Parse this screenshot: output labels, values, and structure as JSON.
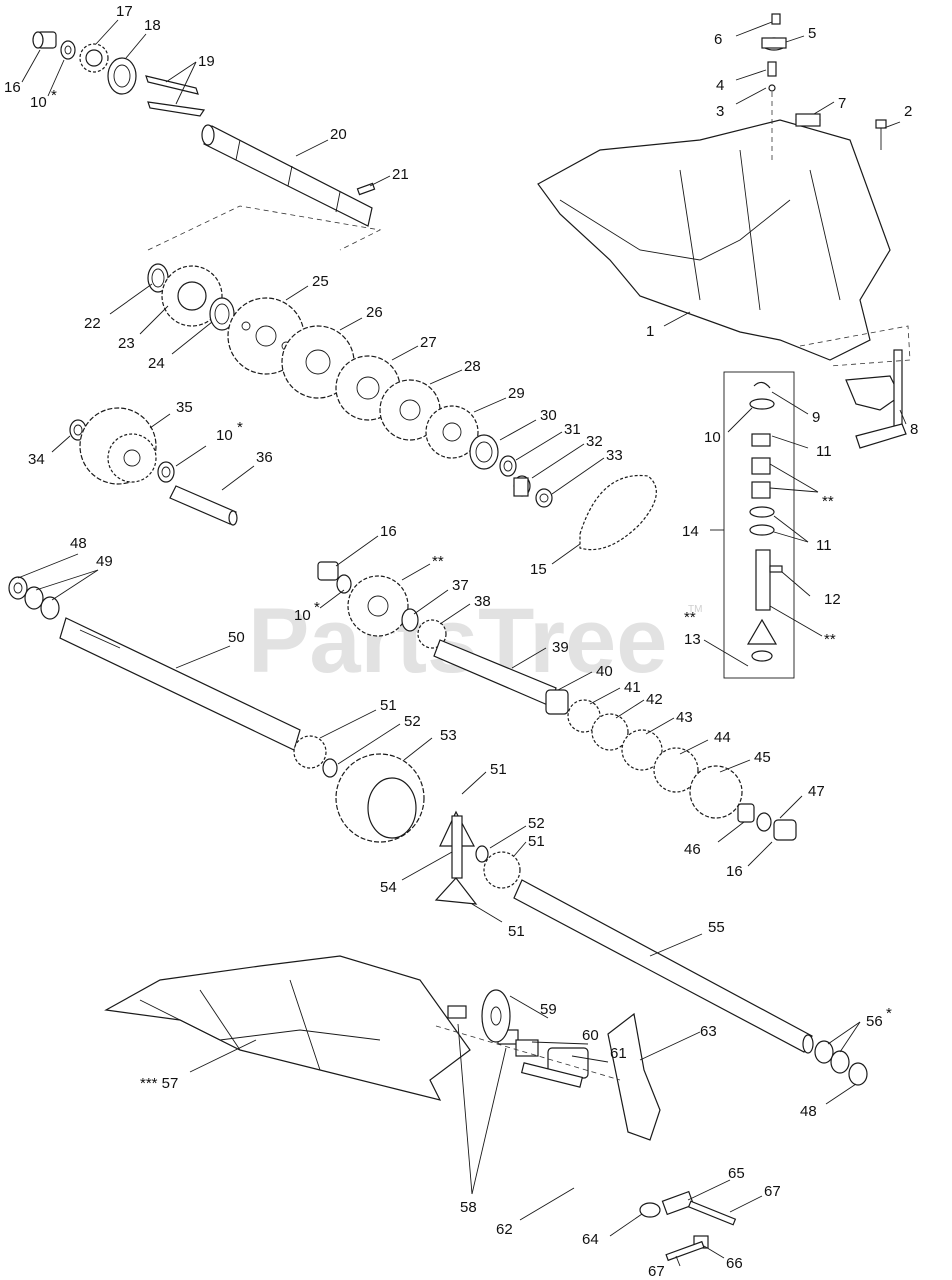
{
  "watermark": {
    "text": "PartsTree",
    "trademark": "TM"
  },
  "labels": [
    {
      "id": "l16a",
      "text": "16"
    },
    {
      "id": "l10a",
      "text": "10"
    },
    {
      "id": "l17",
      "text": "17"
    },
    {
      "id": "l18",
      "text": "18"
    },
    {
      "id": "l19",
      "text": "19"
    },
    {
      "id": "l20",
      "text": "20"
    },
    {
      "id": "l21",
      "text": "21"
    },
    {
      "id": "l22",
      "text": "22"
    },
    {
      "id": "l23",
      "text": "23"
    },
    {
      "id": "l24",
      "text": "24"
    },
    {
      "id": "l25",
      "text": "25"
    },
    {
      "id": "l26",
      "text": "26"
    },
    {
      "id": "l27",
      "text": "27"
    },
    {
      "id": "l28",
      "text": "28"
    },
    {
      "id": "l29",
      "text": "29"
    },
    {
      "id": "l30",
      "text": "30"
    },
    {
      "id": "l31",
      "text": "31"
    },
    {
      "id": "l32",
      "text": "32"
    },
    {
      "id": "l33",
      "text": "33"
    },
    {
      "id": "l34",
      "text": "34"
    },
    {
      "id": "l35",
      "text": "35"
    },
    {
      "id": "l10b",
      "text": "10"
    },
    {
      "id": "l36",
      "text": "36"
    },
    {
      "id": "l15",
      "text": "15"
    },
    {
      "id": "l1",
      "text": "1"
    },
    {
      "id": "l2",
      "text": "2"
    },
    {
      "id": "l3",
      "text": "3"
    },
    {
      "id": "l4",
      "text": "4"
    },
    {
      "id": "l5",
      "text": "5"
    },
    {
      "id": "l6",
      "text": "6"
    },
    {
      "id": "l7",
      "text": "7"
    },
    {
      "id": "l8",
      "text": "8"
    },
    {
      "id": "l9",
      "text": "9"
    },
    {
      "id": "l10c",
      "text": "10"
    },
    {
      "id": "l11a",
      "text": "11"
    },
    {
      "id": "lss1",
      "text": "**"
    },
    {
      "id": "l11b",
      "text": "11"
    },
    {
      "id": "l14",
      "text": "14"
    },
    {
      "id": "l12",
      "text": "12"
    },
    {
      "id": "lss2",
      "text": "**"
    },
    {
      "id": "l13",
      "text": "13"
    },
    {
      "id": "lss3",
      "text": "**"
    },
    {
      "id": "l48a",
      "text": "48"
    },
    {
      "id": "l49",
      "text": "49"
    },
    {
      "id": "l50",
      "text": "50"
    },
    {
      "id": "l16b",
      "text": "16"
    },
    {
      "id": "lss4",
      "text": "**"
    },
    {
      "id": "l10d",
      "text": "10"
    },
    {
      "id": "l37",
      "text": "37"
    },
    {
      "id": "l38",
      "text": "38"
    },
    {
      "id": "l39",
      "text": "39"
    },
    {
      "id": "l40",
      "text": "40"
    },
    {
      "id": "l41",
      "text": "41"
    },
    {
      "id": "l42",
      "text": "42"
    },
    {
      "id": "l43",
      "text": "43"
    },
    {
      "id": "l44",
      "text": "44"
    },
    {
      "id": "l45",
      "text": "45"
    },
    {
      "id": "l47",
      "text": "47"
    },
    {
      "id": "l46",
      "text": "46"
    },
    {
      "id": "l16c",
      "text": "16"
    },
    {
      "id": "l51a",
      "text": "51"
    },
    {
      "id": "l52a",
      "text": "52"
    },
    {
      "id": "l53",
      "text": "53"
    },
    {
      "id": "l51b",
      "text": "51"
    },
    {
      "id": "l52b",
      "text": "52"
    },
    {
      "id": "l51c",
      "text": "51"
    },
    {
      "id": "l54",
      "text": "54"
    },
    {
      "id": "l51d",
      "text": "51"
    },
    {
      "id": "l55",
      "text": "55"
    },
    {
      "id": "l56",
      "text": "56"
    },
    {
      "id": "l48b",
      "text": "48"
    },
    {
      "id": "l59",
      "text": "59"
    },
    {
      "id": "l60",
      "text": "60"
    },
    {
      "id": "l61",
      "text": "61"
    },
    {
      "id": "l63",
      "text": "63"
    },
    {
      "id": "l57",
      "text": "*** 57"
    },
    {
      "id": "l58",
      "text": "58"
    },
    {
      "id": "l62",
      "text": "62"
    },
    {
      "id": "l65",
      "text": "65"
    },
    {
      "id": "l67a",
      "text": "67"
    },
    {
      "id": "l64",
      "text": "64"
    },
    {
      "id": "l66",
      "text": "66"
    },
    {
      "id": "l67b",
      "text": "67"
    }
  ],
  "asterisk_marks": {
    "single": "*"
  }
}
